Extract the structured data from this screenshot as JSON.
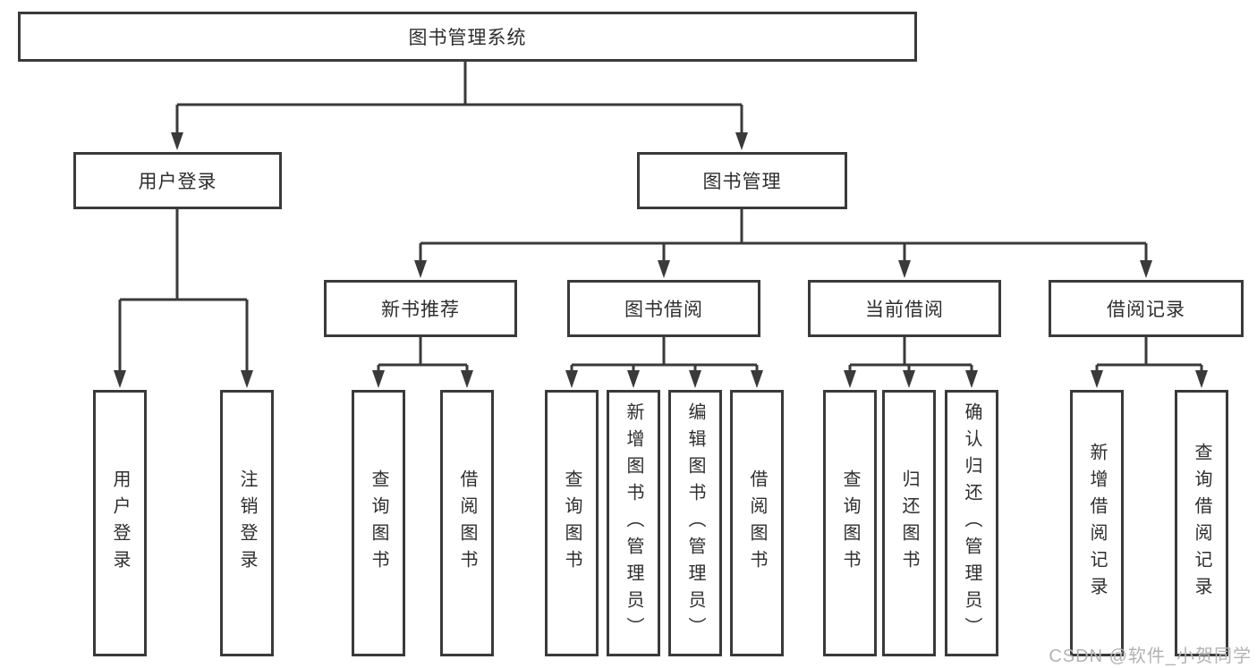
{
  "colors": {
    "line": "#3a3a3a",
    "box_border": "#3a3a3a",
    "text": "#2e2e2e",
    "background": "#ffffff",
    "watermark": "#b3b3b3"
  },
  "watermark": {
    "text": "CSDN @软件_小贺同学"
  },
  "chart_data": {
    "type": "tree-diagram",
    "title": "图书管理系统"
  },
  "tree": {
    "root": {
      "label": "图书管理系统"
    },
    "branches": [
      {
        "label": "用户登录",
        "children": [
          {
            "label": "用户登录"
          },
          {
            "label": "注销登录"
          }
        ]
      },
      {
        "label": "图书管理",
        "children": [
          {
            "label": "新书推荐",
            "children": [
              {
                "label": "查询图书"
              },
              {
                "label": "借阅图书"
              }
            ]
          },
          {
            "label": "图书借阅",
            "children": [
              {
                "label": "查询图书"
              },
              {
                "label": "新增图书（管理员）"
              },
              {
                "label": "编辑图书（管理员）"
              },
              {
                "label": "借阅图书"
              }
            ]
          },
          {
            "label": "当前借阅",
            "children": [
              {
                "label": "查询图书"
              },
              {
                "label": "归还图书"
              },
              {
                "label": "确认归还（管理员）"
              }
            ]
          },
          {
            "label": "借阅记录",
            "children": [
              {
                "label": "新增借阅记录"
              },
              {
                "label": "查询借阅记录"
              }
            ]
          }
        ]
      }
    ]
  }
}
